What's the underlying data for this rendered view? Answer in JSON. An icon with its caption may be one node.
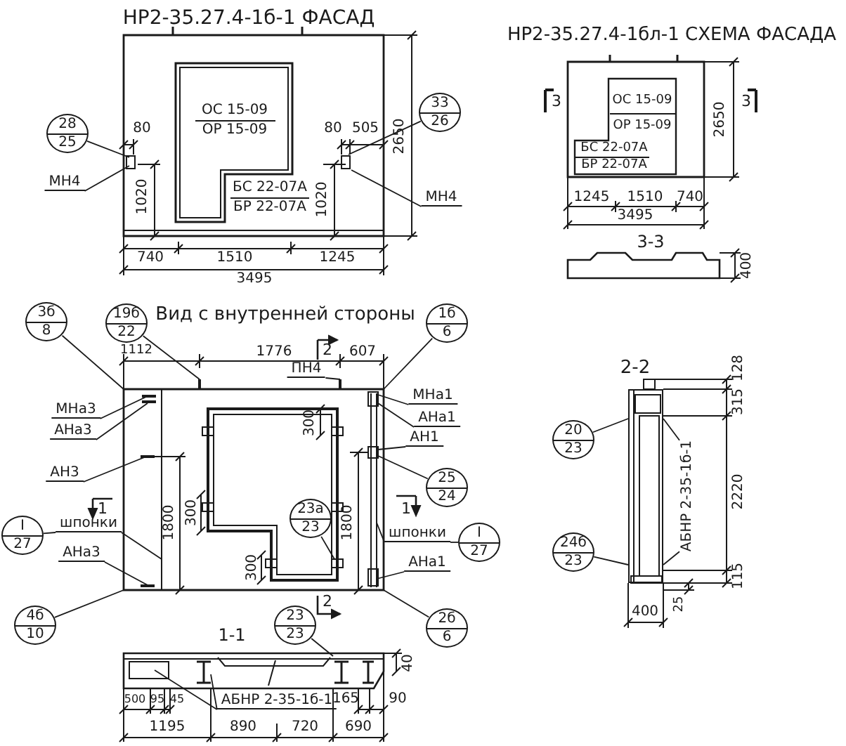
{
  "diagram": {
    "nodes": [
      {
        "text": [
          "28",
          "25"
        ]
      },
      {
        "text": [
          "МН4"
        ]
      },
      {
        "text": [
          "33",
          "26"
        ]
      },
      {
        "text": [
          "МН4"
        ]
      },
      {
        "text": [
          "3б",
          "8"
        ]
      },
      {
        "text": [
          "19б",
          "22"
        ]
      },
      {
        "text": [
          "1б",
          "6"
        ]
      },
      {
        "text": [
          "МНа3"
        ]
      },
      {
        "text": [
          "АНа3"
        ]
      },
      {
        "text": [
          "ПН4"
        ]
      },
      {
        "text": [
          "МНа1"
        ]
      },
      {
        "text": [
          "АНа1"
        ]
      },
      {
        "text": [
          "АН1"
        ]
      },
      {
        "text": [
          "АН3"
        ]
      },
      {
        "text": [
          "25",
          "24"
        ]
      },
      {
        "text": [
          "23а",
          "23"
        ]
      },
      {
        "text": [
          "I",
          "27"
        ]
      },
      {
        "text": [
          "шпонки"
        ]
      },
      {
        "text": [
          "шпонки"
        ]
      },
      {
        "text": [
          "I",
          "27"
        ]
      },
      {
        "text": [
          "АНа3"
        ]
      },
      {
        "text": [
          "АНа1"
        ]
      },
      {
        "text": [
          "4б",
          "10"
        ]
      },
      {
        "text": [
          "2б",
          "6"
        ]
      },
      {
        "text": [
          "23",
          "23"
        ]
      },
      {
        "text": [
          "АБНР 2-35-1б-1"
        ]
      },
      {
        "text": [
          "20",
          "23"
        ]
      },
      {
        "text": [
          "АБНР 2-35-1б-1"
        ]
      },
      {
        "text": [
          "24б",
          "23"
        ]
      },
      {
        "text": [],
        "shape": "box"
      }
    ],
    "edges": [
      {
        "from": 0,
        "to": null,
        "arrow": "none"
      },
      {
        "from": 1,
        "to": null,
        "arrow": "none"
      },
      {
        "from": 2,
        "to": null,
        "arrow": "none"
      },
      {
        "from": 3,
        "to": null,
        "arrow": "none"
      },
      {
        "from": 4,
        "to": null,
        "arrow": "none"
      },
      {
        "from": 5,
        "to": null,
        "arrow": "none"
      },
      {
        "from": 6,
        "to": null,
        "arrow": "none"
      },
      {
        "from": 7,
        "to": null,
        "arrow": "none"
      },
      {
        "from": 8,
        "to": null,
        "arrow": "none"
      },
      {
        "from": 9,
        "to": null,
        "arrow": "none"
      },
      {
        "from": 10,
        "to": null,
        "arrow": "none"
      },
      {
        "from": 11,
        "to": null,
        "arrow": "none"
      },
      {
        "from": 12,
        "to": null,
        "arrow": "none"
      },
      {
        "from": 13,
        "to": null,
        "arrow": "none"
      },
      {
        "from": 14,
        "to": null,
        "arrow": "none"
      },
      {
        "from": 15,
        "to": null,
        "arrow": "none"
      },
      {
        "from": 16,
        "to": 17,
        "arrow": "none"
      },
      {
        "from": 17,
        "to": null,
        "arrow": "none"
      },
      {
        "from": 18,
        "to": null,
        "arrow": "none"
      },
      {
        "from": 19,
        "to": 18,
        "arrow": "none"
      },
      {
        "from": 20,
        "to": null,
        "arrow": "none"
      },
      {
        "from": 21,
        "to": null,
        "arrow": "none"
      },
      {
        "from": 22,
        "to": null,
        "arrow": "none"
      },
      {
        "from": 23,
        "to": null,
        "arrow": "none"
      },
      {
        "from": 24,
        "to": null,
        "arrow": "none"
      },
      {
        "from": 25,
        "to": null,
        "arrow": "none"
      },
      {
        "from": 25,
        "to": null,
        "arrow": "none"
      },
      {
        "from": 26,
        "to": 29,
        "arrow": "none"
      },
      {
        "from": 27,
        "to": 29,
        "arrow": "none"
      },
      {
        "from": 27,
        "to": 29,
        "arrow": "none"
      },
      {
        "from": 28,
        "to": 29,
        "arrow": "none"
      }
    ],
    "labels": [
      "НР2-35.27.4-1б-1 ФАСАД",
      "ОС 15-09",
      "ОР 15-09",
      "БС 22-07А",
      "БР 22-07А",
      "80",
      "80",
      "505",
      "2650",
      "1020",
      "1020",
      "740",
      "1510",
      "1245",
      "3495",
      "НР2-35.27.4-1бл-1 СХЕМА ФАСАДА",
      "3",
      "ОС 15-09",
      "ОР 15-09",
      "БС 22-07А",
      "БР 22-07А",
      "2650",
      "3",
      "1245",
      "1510",
      "740",
      "3495",
      "3-3",
      "400",
      "Вид с внутренней стороны",
      "1112",
      "1776",
      "2",
      "607",
      "300",
      "1800",
      "1",
      "300",
      "1800",
      "1",
      "300",
      "2",
      "1-1",
      "40",
      "500",
      "95",
      "45",
      "165",
      "90",
      "1195",
      "890",
      "720",
      "690",
      "2-2",
      "128",
      "315",
      "2220",
      "115",
      "400",
      "25"
    ]
  }
}
